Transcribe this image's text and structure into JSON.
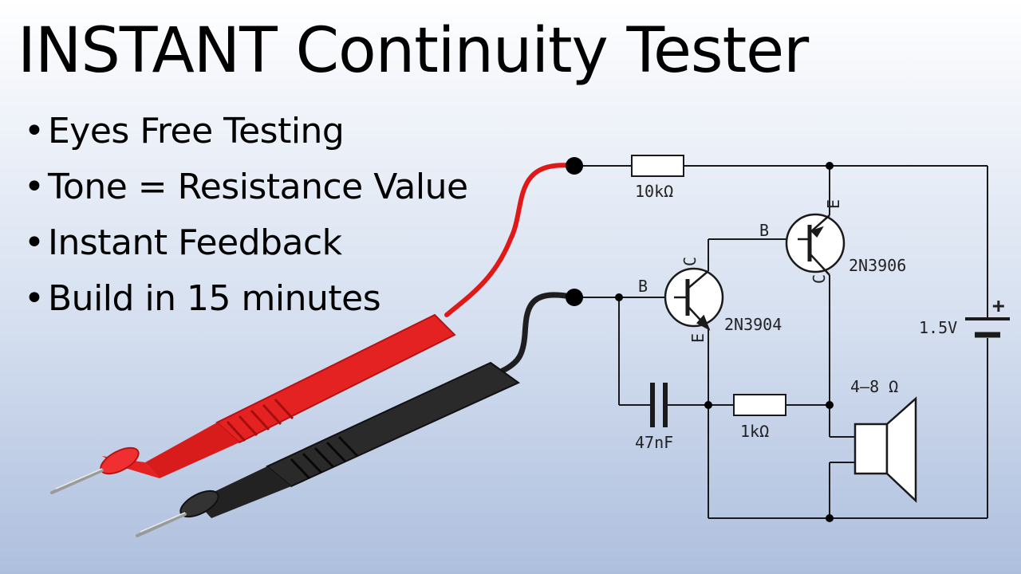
{
  "title": "INSTANT Continuity Tester",
  "bullets": [
    "Eyes Free Testing",
    "Tone = Resistance Value",
    "Instant Feedback",
    "Build in 15 minutes"
  ],
  "bullet_glyph": "•",
  "schematic": {
    "r1": "10kΩ",
    "r2": "1kΩ",
    "cap": "47nF",
    "q1": "2N3904",
    "q2": "2N3906",
    "battery": "1.5V",
    "battery_plus": "+",
    "speaker": "4–8 Ω",
    "b": "B",
    "c": "C",
    "e": "E"
  },
  "colors": {
    "red_lead": "#e01818",
    "black_lead": "#1e1e1e",
    "wire": "#1a1a1a"
  }
}
